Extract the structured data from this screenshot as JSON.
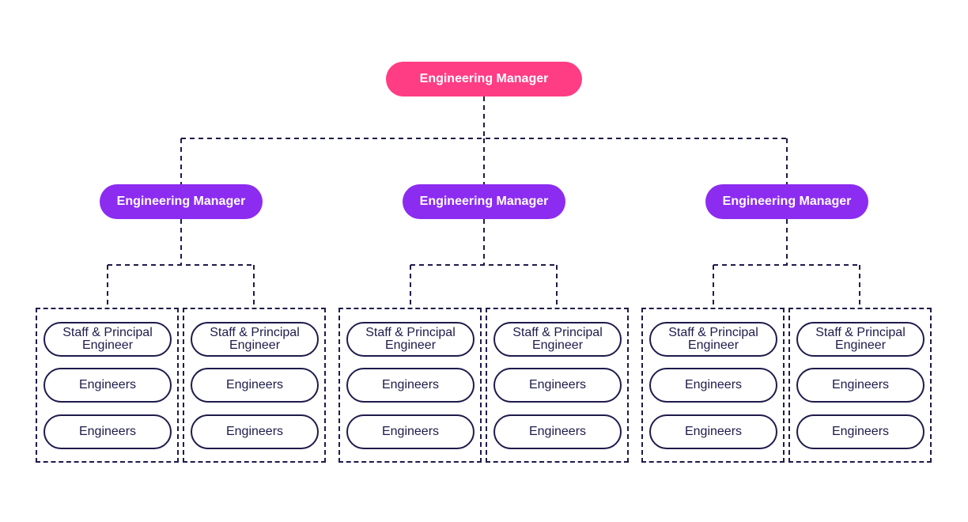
{
  "colors": {
    "top_manager": "#ff3d84",
    "managers": "#8c2cf0",
    "lines": "#1e1b4b",
    "text_on_fill": "#ffffff"
  },
  "root": {
    "label": "Engineering Manager"
  },
  "managers": [
    {
      "label": "Engineering Manager",
      "teams": [
        {
          "roles": [
            "Staff & Principal Engineer",
            "Engineers",
            "Engineers"
          ]
        },
        {
          "roles": [
            "Staff & Principal Engineer",
            "Engineers",
            "Engineers"
          ]
        }
      ]
    },
    {
      "label": "Engineering Manager",
      "teams": [
        {
          "roles": [
            "Staff & Principal Engineer",
            "Engineers",
            "Engineers"
          ]
        },
        {
          "roles": [
            "Staff & Principal Engineer",
            "Engineers",
            "Engineers"
          ]
        }
      ]
    },
    {
      "label": "Engineering Manager",
      "teams": [
        {
          "roles": [
            "Staff & Principal Engineer",
            "Engineers",
            "Engineers"
          ]
        },
        {
          "roles": [
            "Staff & Principal Engineer",
            "Engineers",
            "Engineers"
          ]
        }
      ]
    }
  ]
}
